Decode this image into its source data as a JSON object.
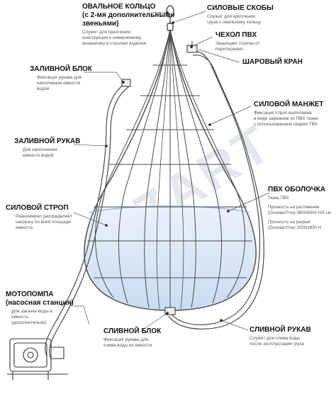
{
  "watermark": "AZART",
  "labels": {
    "oval_ring": {
      "title": [
        "ОВАЛЬНОЕ КОЛЬЦО",
        "(с 2-мя дополнительными",
        "звеньями)"
      ],
      "desc": [
        "Служит для крепления",
        "конструкции к измеряемому",
        "механизму и стропам изделия"
      ]
    },
    "shackles": {
      "title": [
        "СИЛОВЫЕ СКОБЫ"
      ],
      "desc": [
        "Служат для крепления",
        "груза к овальному кольцу"
      ]
    },
    "pvc_cover": {
      "title": [
        "ЧЕХОЛ ПВХ"
      ],
      "desc": [
        "Защищает стропы от",
        "перетирания"
      ]
    },
    "ball_valve": {
      "title": [
        "ШАРОВЫЙ КРАН"
      ]
    },
    "fill_block": {
      "title": [
        "ЗАЛИВНОЙ БЛОК"
      ],
      "desc": [
        "Фиксация рукава для",
        "наполнения емкости",
        "водой"
      ]
    },
    "power_cuff": {
      "title": [
        "СИЛОВОЙ МАНЖЕТ"
      ],
      "desc": [
        "Фиксация строп выполнена",
        "в виде карманов из ПВХ ткани",
        "с использованием сварки ТВЧ"
      ]
    },
    "fill_hose": {
      "title": [
        "ЗАЛИВНОЙ РУКАВ"
      ],
      "desc": [
        "Для наполнения",
        "емкости водой"
      ]
    },
    "pvc_shell": {
      "title": [
        "ПВХ ОБОЛОЧКА"
      ],
      "desc": [
        "Ткань ПВХ",
        "",
        "Прочность на растяжение",
        "(Основа/Уток) 9800/8300 Н/5 см",
        "",
        "Прочность на разрыв",
        "(Основа/Уток) 2000/1600 Н"
      ]
    },
    "power_sling": {
      "title": [
        "СИЛОВОЙ СТРОП"
      ],
      "desc": [
        "Равномерно распределяет",
        "нагрузку по всей площади",
        "емкости"
      ]
    },
    "pump": {
      "title": [
        "МОТОПОМПА",
        "(насосная станция)"
      ],
      "desc": [
        "Для закачки воды в",
        "емкость",
        "(дополнительно)"
      ]
    },
    "drain_block": {
      "title": [
        "СЛИВНОЙ БЛОК"
      ],
      "desc": [
        "Фиксация рукава для",
        "слива воды из емкости"
      ]
    },
    "drain_hose": {
      "title": [
        "СЛИВНОЙ РУКАВ"
      ],
      "desc": [
        "Служит для слива воды",
        "после эксплуатации груза"
      ]
    }
  },
  "colors": {
    "outline": "#4a4a4a",
    "water_top": "#e9f1fa",
    "water_bottom": "#c6daf0",
    "watermark": "#c8d3e0",
    "leader": "#5a5a5a",
    "dot": "#222222"
  }
}
